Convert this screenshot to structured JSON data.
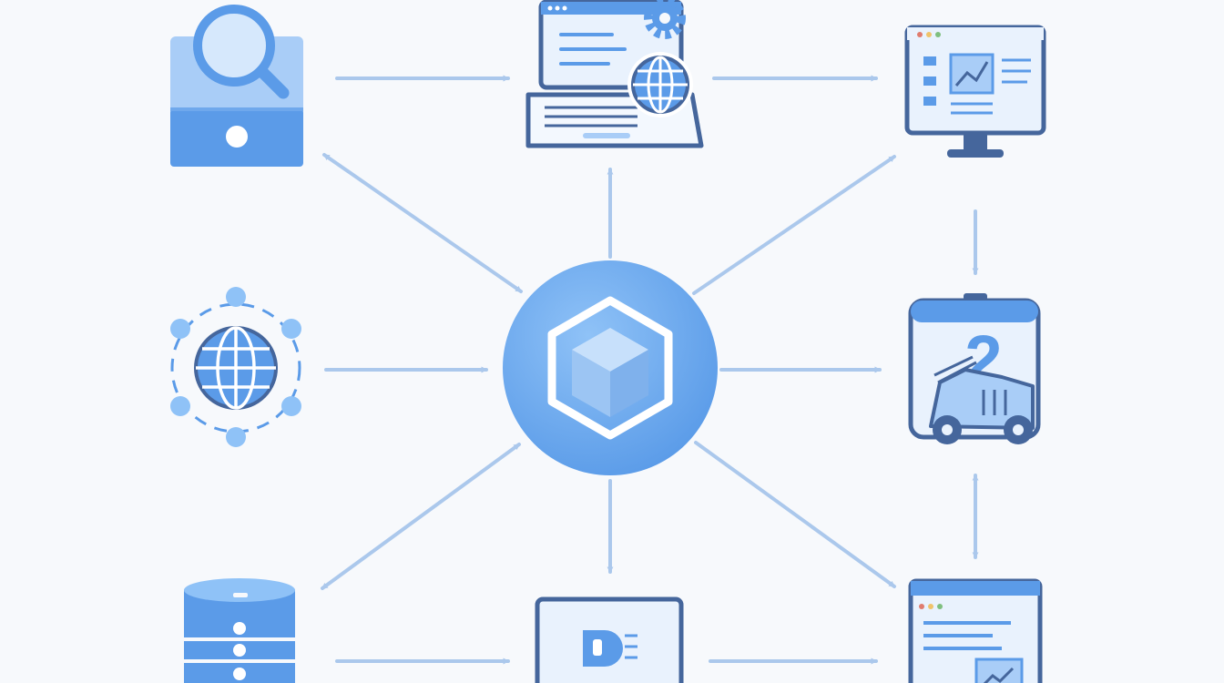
{
  "diagram": {
    "center": {
      "icon": "cube-icon"
    },
    "nodes": [
      {
        "id": "search-server",
        "icon": "search-server-icon"
      },
      {
        "id": "laptop-web",
        "icon": "laptop-globe-gear-icon"
      },
      {
        "id": "monitor-dashboard",
        "icon": "monitor-chart-icon"
      },
      {
        "id": "global-network",
        "icon": "network-globe-icon"
      },
      {
        "id": "machine-2",
        "icon": "machine-number-icon",
        "label": "2"
      },
      {
        "id": "database",
        "icon": "database-icon"
      },
      {
        "id": "tablet-app",
        "icon": "tablet-app-icon"
      },
      {
        "id": "document-browser",
        "icon": "browser-document-icon"
      }
    ],
    "edges": [
      {
        "from": "search-server",
        "to": "laptop-web",
        "type": "one-way"
      },
      {
        "from": "laptop-web",
        "to": "monitor-dashboard",
        "type": "one-way"
      },
      {
        "from": "monitor-dashboard",
        "to": "machine-2",
        "type": "one-way"
      },
      {
        "from": "machine-2",
        "to": "document-browser",
        "type": "two-way"
      },
      {
        "from": "center",
        "to": "search-server",
        "type": "two-way"
      },
      {
        "from": "center",
        "to": "laptop-web",
        "type": "one-way"
      },
      {
        "from": "center",
        "to": "monitor-dashboard",
        "type": "one-way"
      },
      {
        "from": "global-network",
        "to": "center",
        "type": "one-way"
      },
      {
        "from": "center",
        "to": "machine-2",
        "type": "one-way"
      },
      {
        "from": "center",
        "to": "database",
        "type": "two-way"
      },
      {
        "from": "center",
        "to": "tablet-app",
        "type": "one-way"
      },
      {
        "from": "center",
        "to": "document-browser",
        "type": "one-way"
      },
      {
        "from": "database",
        "to": "tablet-app",
        "type": "one-way"
      },
      {
        "from": "tablet-app",
        "to": "document-browser",
        "type": "one-way"
      }
    ],
    "colors": {
      "primary": "#5b9be8",
      "light": "#a9cdf7",
      "dark": "#45669c",
      "arrow": "#abc8ec",
      "background": "#f7f9fc"
    }
  }
}
